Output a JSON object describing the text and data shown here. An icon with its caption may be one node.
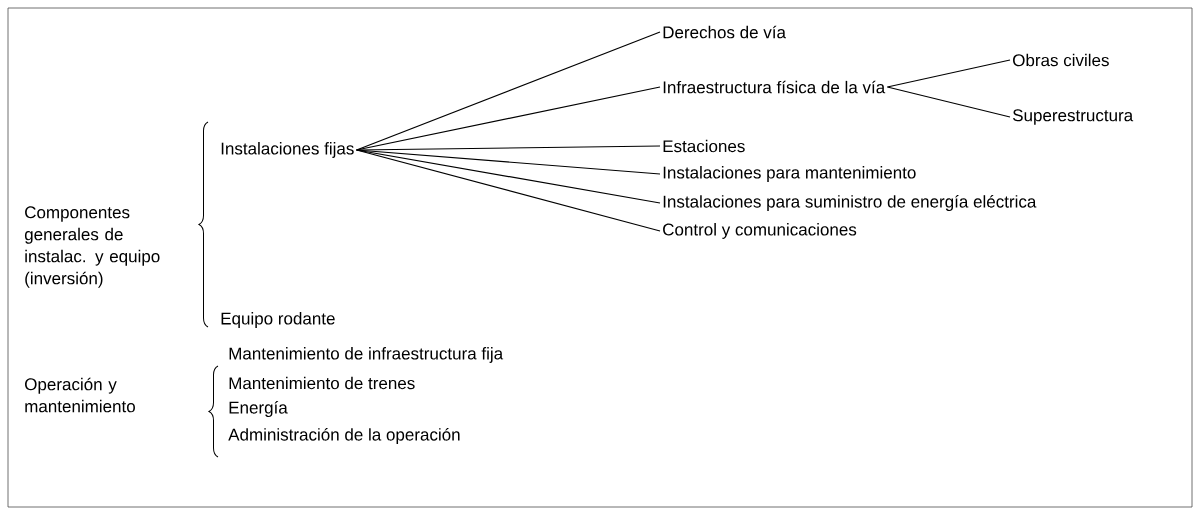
{
  "diagram": {
    "nodes": [
      {
        "text": [
          "Componentes generales de instalac. y equipo (inversión)"
        ]
      },
      {
        "text": [
          "Instalaciones fijas"
        ]
      },
      {
        "text": [
          "Derechos de vía"
        ]
      },
      {
        "text": [
          "Infraestructura física de la vía"
        ]
      },
      {
        "text": [
          "Obras civiles"
        ]
      },
      {
        "text": [
          "Superestructura"
        ]
      },
      {
        "text": [
          "Estaciones"
        ]
      },
      {
        "text": [
          "Instalaciones para mantenimiento"
        ]
      },
      {
        "text": [
          "Instalaciones para suministro de energía eléctrica"
        ]
      },
      {
        "text": [
          "Control y comunicaciones"
        ]
      },
      {
        "text": [
          "Equipo rodante"
        ]
      },
      {
        "text": [
          "Operación y mantenimiento"
        ]
      },
      {
        "text": [
          "Mantenimiento de infraestructura fija"
        ]
      },
      {
        "text": [
          "Mantenimiento de trenes"
        ]
      },
      {
        "text": [
          "Energía"
        ]
      },
      {
        "text": [
          "Administración de la operación"
        ]
      }
    ],
    "edges": [
      {
        "from": 1,
        "to": 2,
        "arrow": "none"
      },
      {
        "from": 1,
        "to": 3,
        "arrow": "none"
      },
      {
        "from": 3,
        "to": 4,
        "arrow": "none"
      },
      {
        "from": 3,
        "to": 5,
        "arrow": "none"
      },
      {
        "from": 1,
        "to": 6,
        "arrow": "none"
      },
      {
        "from": 1,
        "to": 7,
        "arrow": "none"
      },
      {
        "from": 1,
        "to": 8,
        "arrow": "none"
      },
      {
        "from": 1,
        "to": 9,
        "arrow": "none"
      }
    ]
  }
}
